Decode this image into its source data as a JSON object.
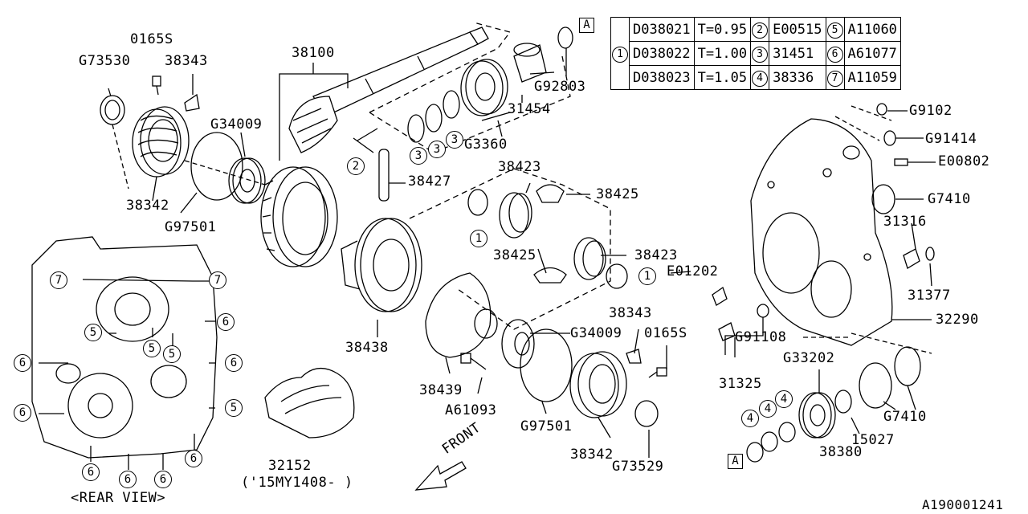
{
  "diagram_id": "A190001241",
  "rear_view_label": "<REAR VIEW>",
  "front_label": "FRONT",
  "legend": {
    "rows": [
      {
        "key": "1",
        "cells": [
          [
            "D038021",
            "T=0.95"
          ],
          [
            "D038022",
            "T=1.00"
          ],
          [
            "D038023",
            "T=1.05"
          ]
        ]
      },
      {
        "key": "2",
        "code": "E00515"
      },
      {
        "key": "3",
        "code": "31451"
      },
      {
        "key": "4",
        "code": "38336"
      },
      {
        "key": "5",
        "code": "A11060"
      },
      {
        "key": "6",
        "code": "A61077"
      },
      {
        "key": "7",
        "code": "A11059"
      }
    ]
  },
  "labels": {
    "p0165S_a": "0165S",
    "pG73530": "G73530",
    "p38343_a": "38343",
    "p38100": "38100",
    "pG34009_a": "G34009",
    "p38342_a": "38342",
    "pG97501_a": "G97501",
    "pG92803": "G92803",
    "p31454": "31454",
    "pG3360": "G3360",
    "p38427": "38427",
    "p38423_a": "38423",
    "p38425_a": "38425",
    "p38425_b": "38425",
    "p38423_b": "38423",
    "pE01202": "E01202",
    "p38438": "38438",
    "p38343_b": "38343",
    "pG34009_b": "G34009",
    "p0165S_b": "0165S",
    "p38439": "38439",
    "pA61093": "A61093",
    "pG97501_b": "G97501",
    "p38342_b": "38342",
    "pG73529": "G73529",
    "p32152": "32152",
    "p32152_note": "('15MY1408- )",
    "pG9102": "G9102",
    "pG91414": "G91414",
    "pE00802": "E00802",
    "pG7410_a": "G7410",
    "p31316": "31316",
    "p31377": "31377",
    "p32290": "32290",
    "pG91108": "G91108",
    "p31325": "31325",
    "pG33202": "G33202",
    "pG7410_b": "G7410",
    "p15027": "15027",
    "p38380": "38380"
  },
  "callouts": {
    "c2": "2",
    "c3a": "3",
    "c3b": "3",
    "c3c": "3",
    "c1a": "1",
    "c1b": "1",
    "c4a": "4",
    "c4b": "4",
    "c4c": "4",
    "r7a": "7",
    "r7b": "7",
    "r5a": "5",
    "r5b": "5",
    "r5c": "5",
    "r5d": "5",
    "r6a": "6",
    "r6b": "6",
    "r6c": "6",
    "r6d": "6",
    "r6e": "6",
    "r6f": "6",
    "r6g": "6",
    "r6h": "6"
  },
  "ref_marks": {
    "a_top": "A",
    "a_bottom": "A"
  }
}
